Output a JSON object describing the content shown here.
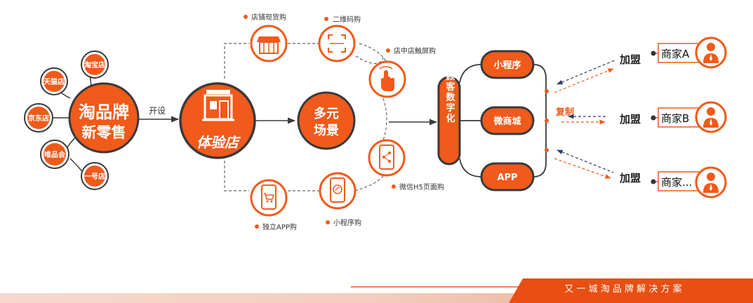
{
  "brand": {
    "title_line1": "淘品牌",
    "title_line2": "新零售",
    "channels": [
      "天猫店",
      "淘宝店",
      "京东店",
      "唯品会",
      "一号店"
    ]
  },
  "link_label": "开设",
  "hub": {
    "label": "体验店"
  },
  "scenes": {
    "center_line1": "多元",
    "center_line2": "场景",
    "items": {
      "store_stock": "店铺现货购",
      "qr_code": "二维码购",
      "touch_screen": "店中店触屏购",
      "wechat_h5": "微信H5页面购",
      "mini_program": "小程序购",
      "standalone_app": "独立APP购"
    }
  },
  "digital_bar": {
    "label": "全面顾客数字化"
  },
  "platforms": [
    "小程序",
    "微商城",
    "APP"
  ],
  "copy_label": "复制",
  "merchants": [
    {
      "join_label": "加盟",
      "name": "商家A"
    },
    {
      "join_label": "加盟",
      "name": "商家B"
    },
    {
      "join_label": "加盟",
      "name": "商家..."
    }
  ],
  "footer": {
    "slogan": "又 一 城 淘 品 牌 解 决 方 案"
  },
  "colors": {
    "accent": "#f05a1a",
    "dark": "#3a3a3a",
    "navy": "#2d3a66"
  }
}
